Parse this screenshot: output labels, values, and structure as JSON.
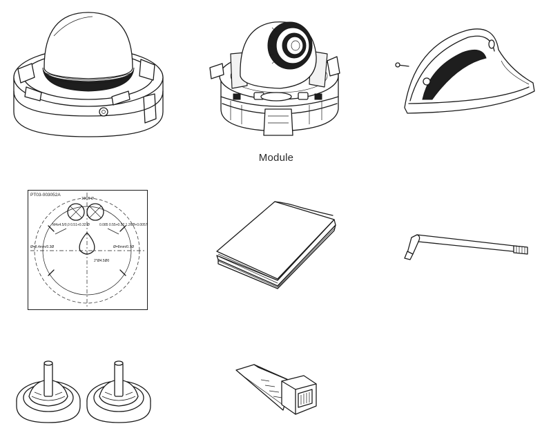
{
  "captions": {
    "module": "Module"
  },
  "template": {
    "part_no": "PT03-003052A",
    "label_top": "10/20 Ø",
    "label_left_hole": "M4x4.5/0,0 0.51+0.32 Ø",
    "label_right_hole": "0.085 0.55+0.52 1.26Ø+0.0057",
    "label_side_left": "Ø=8.4mm/0.3Ø",
    "label_side_right": "Ø=8mm/0.7Ø",
    "label_center": "2*Ø4.5Ø0"
  },
  "items": [
    {
      "icon": "dome-camera-cover"
    },
    {
      "icon": "camera-module"
    },
    {
      "icon": "weather-shield"
    },
    {
      "icon": "mounting-template"
    },
    {
      "icon": "user-manual"
    },
    {
      "icon": "torx-l-wrench"
    },
    {
      "icon": "cable-grommets"
    },
    {
      "icon": "rj45-connector"
    }
  ]
}
